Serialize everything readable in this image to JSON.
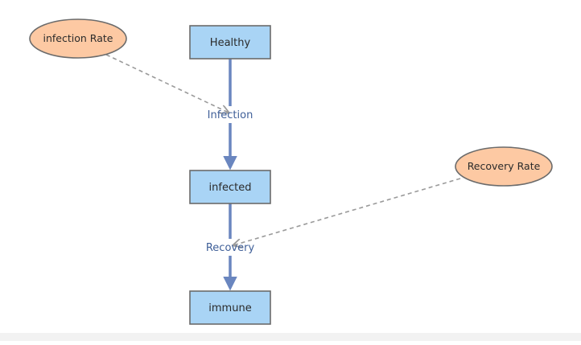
{
  "stocks": {
    "healthy": "Healthy",
    "infected": "infected",
    "immune": "immune"
  },
  "flows": {
    "infection": "Infection",
    "recovery": "Recovery"
  },
  "auxiliaries": {
    "infection_rate": "infection Rate",
    "recovery_rate": "Recovery Rate"
  },
  "colors": {
    "stock_fill": "#a9d4f5",
    "stock_border": "#6b6b6b",
    "aux_fill": "#fdc9a3",
    "aux_border": "#6b6b6b",
    "flow_line": "#6a86bf",
    "link_line": "#9a9a9a",
    "flow_text": "#3f5f98"
  }
}
